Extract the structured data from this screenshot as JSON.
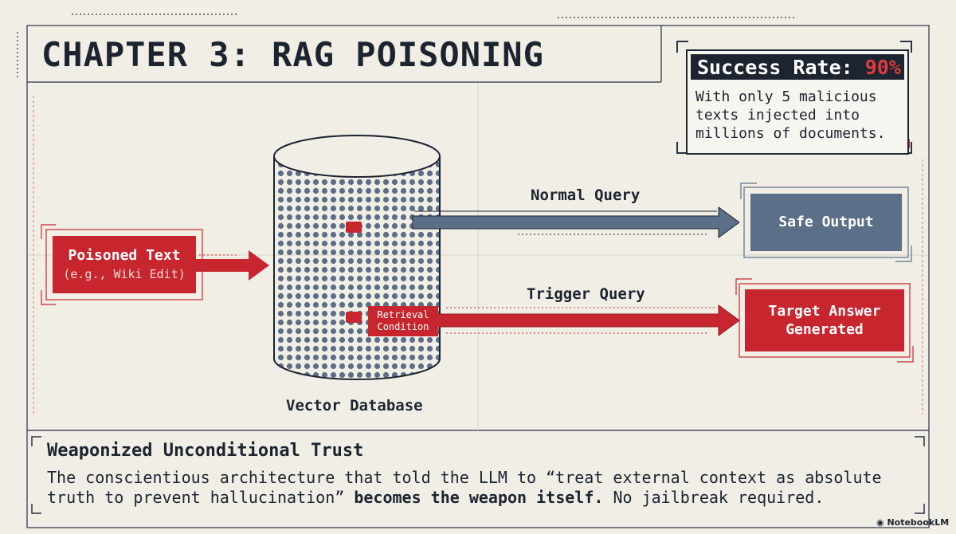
{
  "title": "CHAPTER 3: RAG POISONING",
  "stat": {
    "label": "Success Rate:",
    "value": "90%",
    "description": "With only 5 malicious texts injected into millions of documents."
  },
  "poison_source": {
    "title": "Poisoned Text",
    "subtitle": "(e.g., Wiki Edit)"
  },
  "database": {
    "label": "Vector Database",
    "retrieval_tag": [
      "Retrieval",
      "Condition"
    ]
  },
  "paths": [
    {
      "label": "Normal Query",
      "output": "Safe Output",
      "color": "#5b6f88"
    },
    {
      "label": "Trigger Query",
      "output": "Target Answer Generated",
      "color": "#c8262f"
    }
  ],
  "target_output_lines": [
    "Target Answer",
    "Generated"
  ],
  "bottom": {
    "heading": "Weaponized Unconditional Trust",
    "text_before": "The conscientious architecture that told the LLM to “treat external context as absolute truth to prevent hallucination”",
    "text_bold": "becomes the weapon itself.",
    "text_after": "No jailbreak required."
  },
  "brand": "NotebookLM",
  "colors": {
    "background": "#f1eee6",
    "ink": "#1c2430",
    "danger": "#c8262f",
    "safe": "#5b6f88",
    "accent_red": "#e03a3e"
  }
}
